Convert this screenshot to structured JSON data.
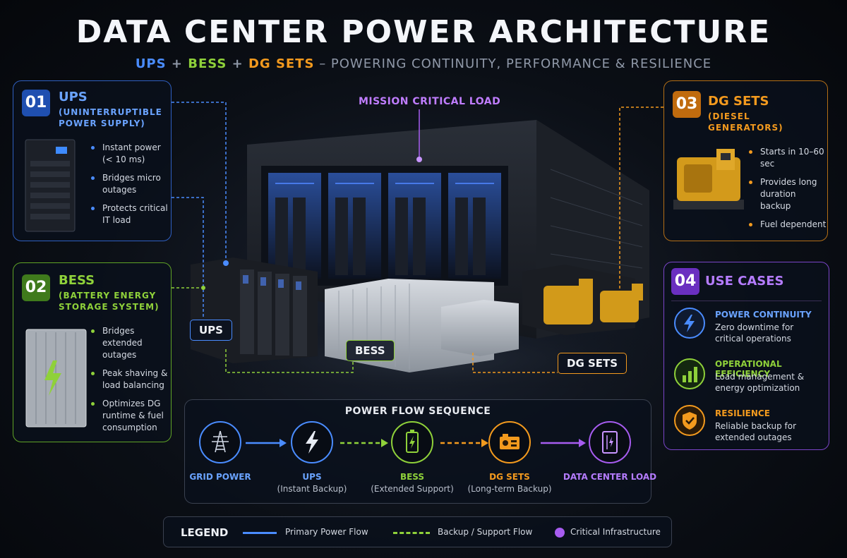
{
  "title": "DATA CENTER POWER ARCHITECTURE",
  "subtitle": {
    "ups": "UPS",
    "plus1": " + ",
    "bess": "BESS",
    "plus2": " + ",
    "dg": "DG SETS",
    "rest": " – POWERING CONTINUITY, PERFORMANCE & RESILIENCE"
  },
  "mission_label": "MISSION CRITICAL LOAD",
  "ups_panel": {
    "number": "01",
    "title": "UPS",
    "subtitle_line1": "(UNINTERRUPTIBLE",
    "subtitle_line2": "POWER SUPPLY)",
    "bullets": [
      "Instant power (< 10 ms)",
      "Bridges micro outages",
      "Protects critical IT load"
    ]
  },
  "bess_panel": {
    "number": "02",
    "title": "BESS",
    "subtitle_line1": "(BATTERY ENERGY",
    "subtitle_line2": "STORAGE SYSTEM)",
    "bullets": [
      "Bridges extended outages",
      "Peak shaving & load balancing",
      "Optimizes DG runtime & fuel consumption"
    ]
  },
  "dg_panel": {
    "number": "03",
    "title": "DG SETS",
    "subtitle_line1": "(DIESEL GENERATORS)",
    "bullets": [
      "Starts in 10–60 sec",
      "Provides long duration backup",
      "Fuel dependent"
    ]
  },
  "use_cases": {
    "number": "04",
    "title": "USE CASES",
    "items": [
      {
        "title": "POWER CONTINUITY",
        "desc": "Zero downtime for critical operations"
      },
      {
        "title": "OPERATIONAL EFFICIENCY",
        "desc": "Load management & energy optimization"
      },
      {
        "title": "RESILIENCE",
        "desc": "Reliable backup for extended outages"
      }
    ]
  },
  "callouts": {
    "ups": "UPS",
    "bess": "BESS",
    "dg": "DG SETS"
  },
  "flow": {
    "title": "POWER FLOW SEQUENCE",
    "steps": [
      {
        "label": "GRID POWER",
        "sub": ""
      },
      {
        "label": "UPS",
        "sub": "(Instant Backup)"
      },
      {
        "label": "BESS",
        "sub": "(Extended Support)"
      },
      {
        "label": "DG SETS",
        "sub": "(Long-term Backup)"
      },
      {
        "label": "DATA CENTER LOAD",
        "sub": ""
      }
    ]
  },
  "legend": {
    "title": "LEGEND",
    "primary": "Primary Power Flow",
    "backup": "Backup / Support Flow",
    "critical": "Critical Infrastructure"
  },
  "colors": {
    "ups": "#4a8cff",
    "bess": "#8fd13a",
    "dg": "#f39a1e",
    "purple": "#a75cf0"
  }
}
